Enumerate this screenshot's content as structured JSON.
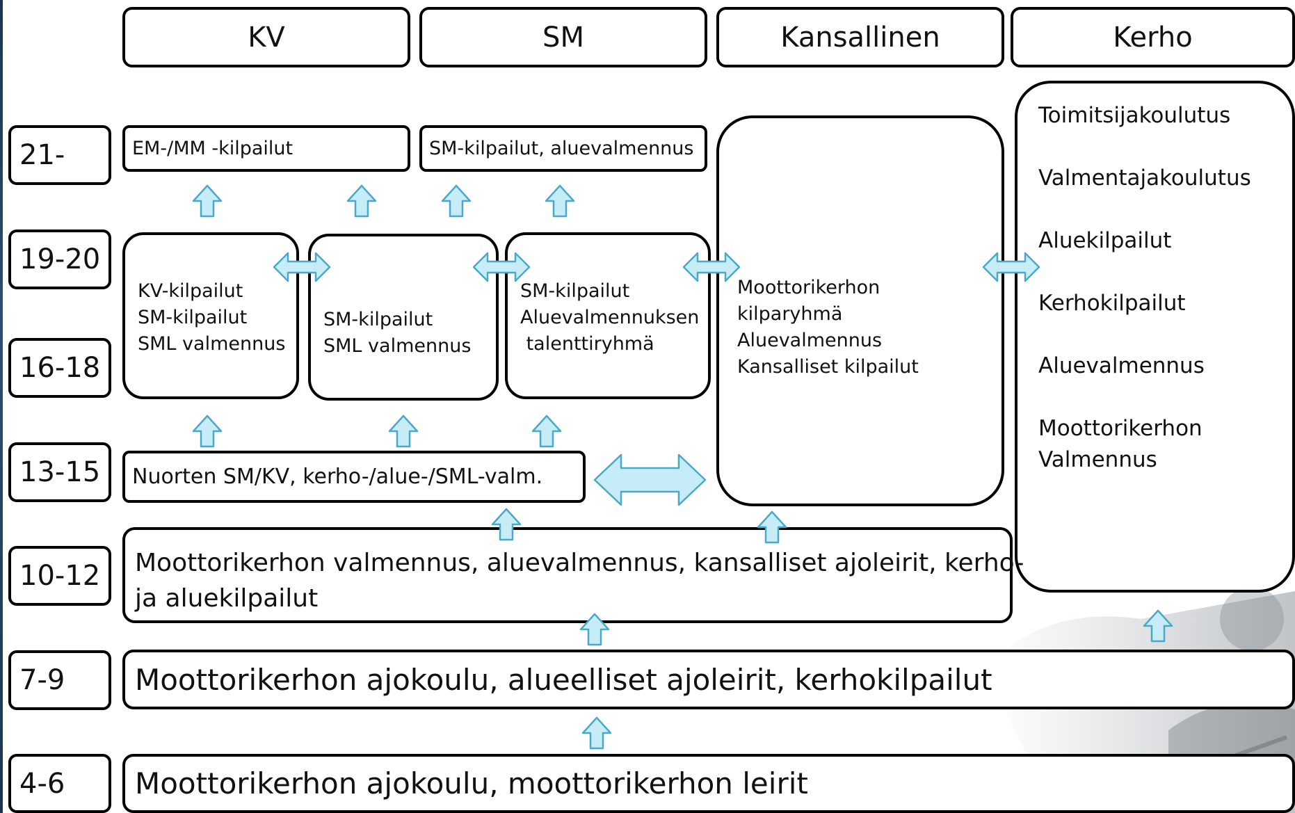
{
  "columns": [
    "KV",
    "SM",
    "Kansallinen",
    "Kerho"
  ],
  "ages": {
    "a21": "21-",
    "a19_20": "19-20",
    "a16_18": "16-18",
    "a13_15": "13-15",
    "a10_12": "10-12",
    "a7_9": "7-9",
    "a4_6": "4-6"
  },
  "row21": {
    "kv": "EM-/MM -kilpailut",
    "sm": "SM-kilpailut, aluevalmennus"
  },
  "row16_20": {
    "kv": [
      "KV-kilpailut",
      "SM-kilpailut",
      "SML valmennus"
    ],
    "kv_sm": [
      "SM-kilpailut",
      "SML valmennus"
    ],
    "sm": [
      "SM-kilpailut",
      "Aluevalmennuksen",
      " talenttiryhmä"
    ]
  },
  "kansallinen": [
    "Moottorikerhon",
    "kilparyhmä",
    "Aluevalmennus",
    "Kansalliset kilpailut"
  ],
  "kerho": [
    "Toimitsijakoulutus",
    "Valmentajakoulutus",
    "Aluekilpailut",
    "Kerhokilpailut",
    "Aluevalmennus",
    "Moottorikerhon",
    "Valmennus"
  ],
  "row13_15": "Nuorten SM/KV, kerho-/alue-/SML-valm.",
  "row10_12": [
    "Moottorikerhon valmennus, aluevalmennus, kansalliset ajoleirit, kerho-",
    "ja aluekilpailut"
  ],
  "row7_9": "Moottorikerhon ajokoulu, alueelliset ajoleirit, kerhokilpailut",
  "row4_6": "Moottorikerhon ajokoulu, moottorikerhon leirit",
  "colors": {
    "arrow_fill": "#c6ecf8",
    "arrow_stroke": "#4aa8c9",
    "border": "#000000"
  }
}
